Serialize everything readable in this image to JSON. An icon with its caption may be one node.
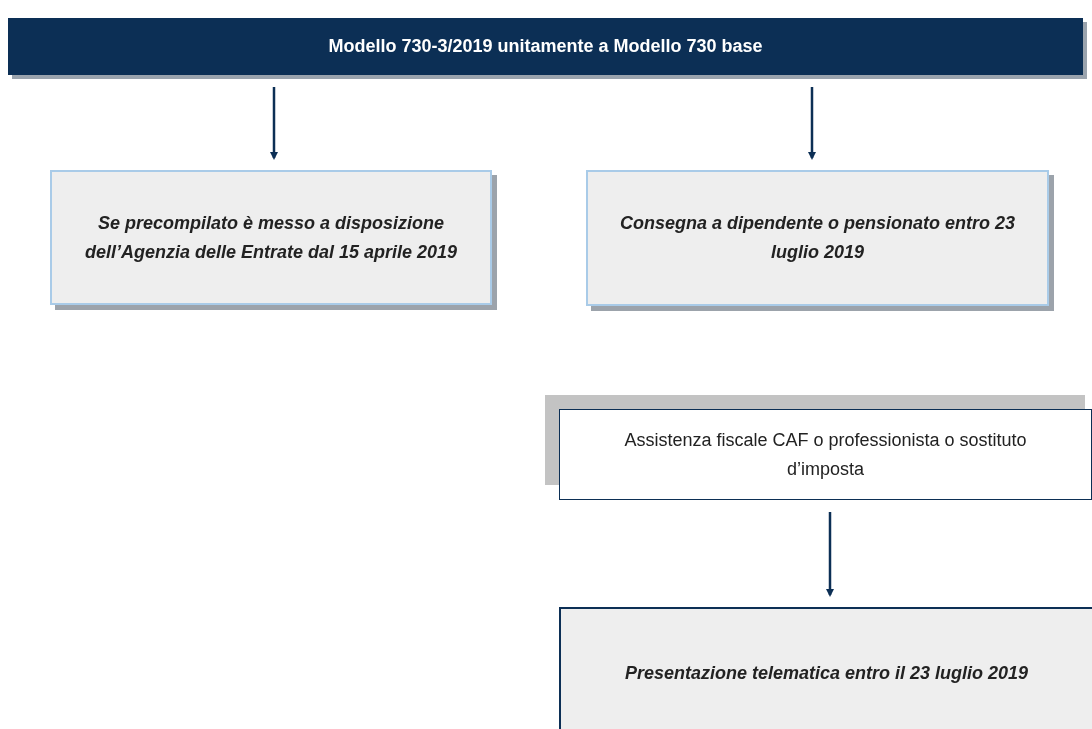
{
  "diagram": {
    "nodes": [
      {
        "text": [
          "Modello 730-3/2019 unitamente a Modello 730 base"
        ]
      },
      {
        "text": [
          "Se precompilato è messo a disposizione dell’Agenzia delle Entrate dal 15 aprile 2019"
        ]
      },
      {
        "text": [
          "Consegna a dipendente o pensionato entro 23 luglio 2019"
        ]
      },
      {
        "text": [
          "Assistenza fiscale CAF o professionista o sostituto d’imposta"
        ]
      },
      {
        "text": [
          "Presentazione telematica entro il 23 luglio 2019"
        ]
      }
    ],
    "edges": [
      {
        "from": 0,
        "to": 1,
        "arrow": "to"
      },
      {
        "from": 0,
        "to": 2,
        "arrow": "to"
      },
      {
        "from": 3,
        "to": 4,
        "arrow": "to"
      }
    ]
  }
}
